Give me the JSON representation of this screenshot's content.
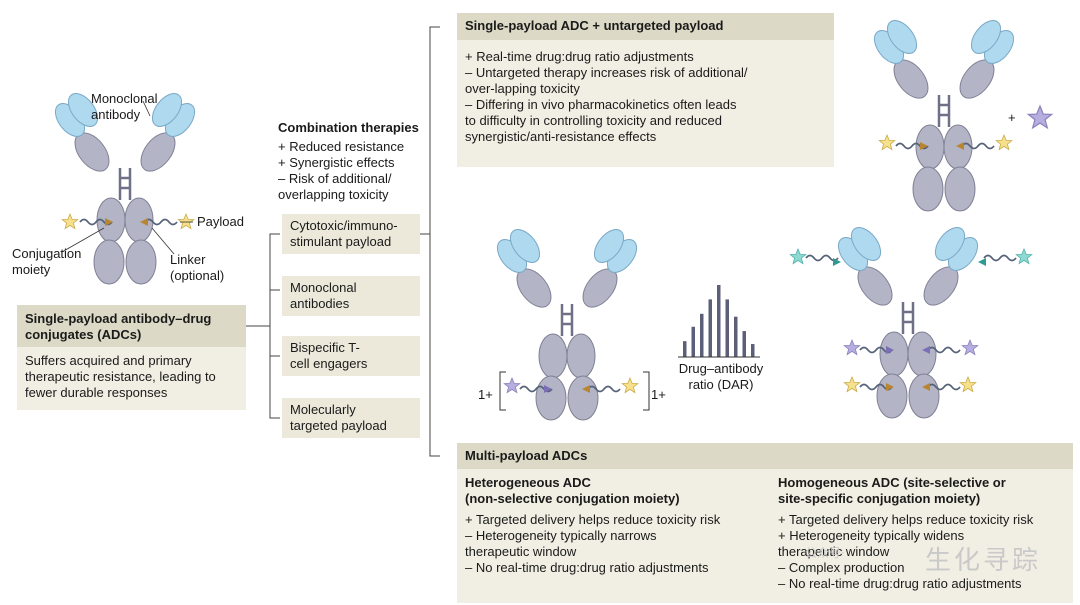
{
  "left": {
    "mab_label": "Monoclonal\nantibody",
    "payload_label": "Payload",
    "conjugation_label": "Conjugation\nmoiety",
    "linker_label": "Linker\n(optional)",
    "box_title": "Single-payload antibody–drug\nconjugates (ADCs)",
    "box_text": "Suffers acquired and primary\ntherapeutic resistance, leading to\nfewer durable responses"
  },
  "combination": {
    "title": "Combination therapies",
    "points": "+ Reduced resistance\n+ Synergistic effects\n– Risk of additional/\n   overlapping toxicity",
    "options": [
      "Cytotoxic/immuno-\nstimulant payload",
      "Monoclonal\nantibodies",
      "Bispecific T-\ncell engagers",
      "Molecularly\ntargeted payload"
    ]
  },
  "untargeted": {
    "title": "Single-payload ADC + untargeted payload",
    "points": "+ Real-time drug:drug ratio adjustments\n– Untargeted therapy increases risk of additional/\n   over-lapping toxicity\n– Differing in vivo pharmacokinetics often leads\n   to difficulty in controlling toxicity and reduced\n   synergistic/anti-resistance effects",
    "plus": "+"
  },
  "dar": {
    "label": "Drug–antibody\nratio (DAR)",
    "one_plus_left": "1+",
    "one_plus_right": "1+",
    "bars": [
      0.22,
      0.42,
      0.6,
      0.8,
      1.0,
      0.8,
      0.56,
      0.36,
      0.18
    ]
  },
  "multi": {
    "title": "Multi-payload ADCs",
    "hetero_title": "Heterogeneous ADC\n(non-selective conjugation moiety)",
    "hetero_points": "+ Targeted delivery helps reduce toxicity risk\n– Heterogeneity typically narrows\n   therapeutic window\n– No real-time drug:drug ratio adjustments",
    "homo_title": "Homogeneous ADC (site-selective or\nsite-specific conjugation moiety)",
    "homo_points": "+ Targeted delivery helps reduce toxicity risk\n+ Heterogeneity typically widens\n   therapeutic window\n– Complex production\n– No real-time drug:drug ratio adjustments"
  },
  "watermark": {
    "text": "生化寻踪",
    "logo_text": "公众号·"
  },
  "colors": {
    "fab_blue": "#aed9ef",
    "heavy_gray": "#b3b4c6",
    "outline": "#7f8094",
    "star_yellow": "#f6e08c",
    "star_purple": "#b5aede",
    "star_teal": "#8fd9d3",
    "linker": "#556278",
    "box_bg": "#f1efe3",
    "box_head": "#dcd9c6"
  }
}
